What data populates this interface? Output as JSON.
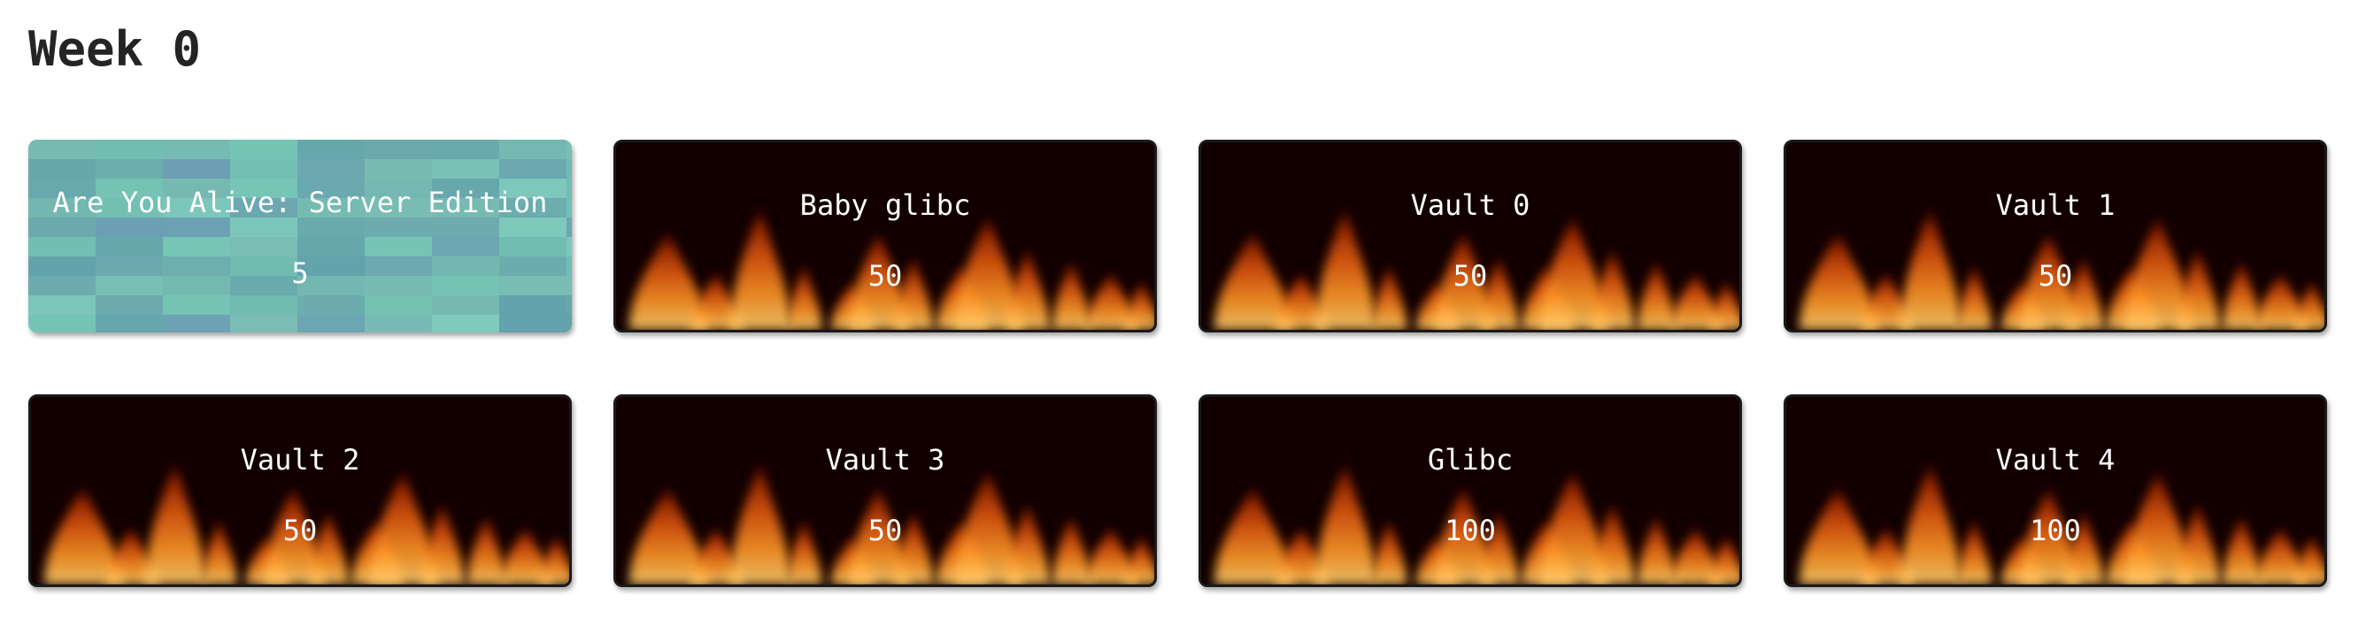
{
  "page": {
    "title": "Week 0"
  },
  "colors": {
    "solved_base": "#6fb3ad",
    "solved_tiles": [
      "#77c9b8",
      "#6aa6b0",
      "#7cbfb6",
      "#5f9fab",
      "#84d0c2",
      "#6b9bb5"
    ],
    "unsolved_base": "#120000",
    "flame_colors": [
      "#5a0a00",
      "#a02800",
      "#e05a10",
      "#ff9a2a",
      "#ffd070"
    ]
  },
  "challenges": [
    {
      "name": "Are You Alive: Server Edition",
      "value": "5",
      "solved": true
    },
    {
      "name": "Baby glibc",
      "value": "50",
      "solved": false
    },
    {
      "name": "Vault 0",
      "value": "50",
      "solved": false
    },
    {
      "name": "Vault 1",
      "value": "50",
      "solved": false
    },
    {
      "name": "Vault 2",
      "value": "50",
      "solved": false
    },
    {
      "name": "Vault 3",
      "value": "50",
      "solved": false
    },
    {
      "name": "Glibc",
      "value": "100",
      "solved": false
    },
    {
      "name": "Vault 4",
      "value": "100",
      "solved": false
    }
  ]
}
